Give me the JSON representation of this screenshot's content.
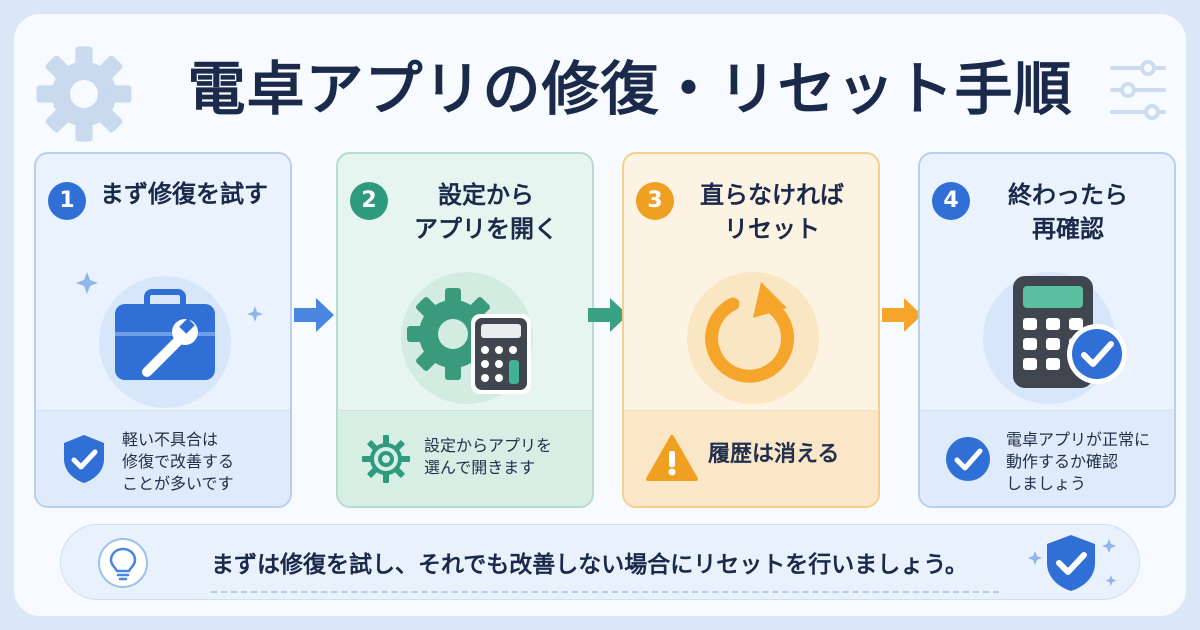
{
  "title": "電卓アプリの修復・リセット手順",
  "steps": [
    {
      "number": "1",
      "title": "まず修復を試す",
      "note": "軽い不具合は\n修復で改善する\nことが多いです",
      "accent": "#2f6fd6"
    },
    {
      "number": "2",
      "title": "設定から\nアプリを開く",
      "note": "設定からアプリを\n選んで開きます",
      "accent": "#2e9a7e"
    },
    {
      "number": "3",
      "title": "直らなければ\nリセット",
      "note": "履歴は消える",
      "accent": "#f0a020"
    },
    {
      "number": "4",
      "title": "終わったら\n再確認",
      "note": "電卓アプリが正常に\n動作するか確認\nしましょう",
      "accent": "#2f6fd6"
    }
  ],
  "tip": "まずは修復を試し、それでも改善しない場合にリセットを行いましょう。",
  "icons": [
    "gear-icon",
    "sliders-icon",
    "toolbox-icon",
    "wrench-icon",
    "calculator-icon",
    "refresh-icon",
    "checkmark-icon",
    "shield-check-icon",
    "warning-icon",
    "lightbulb-icon",
    "arrow-right-icon",
    "sparkle-icon"
  ]
}
